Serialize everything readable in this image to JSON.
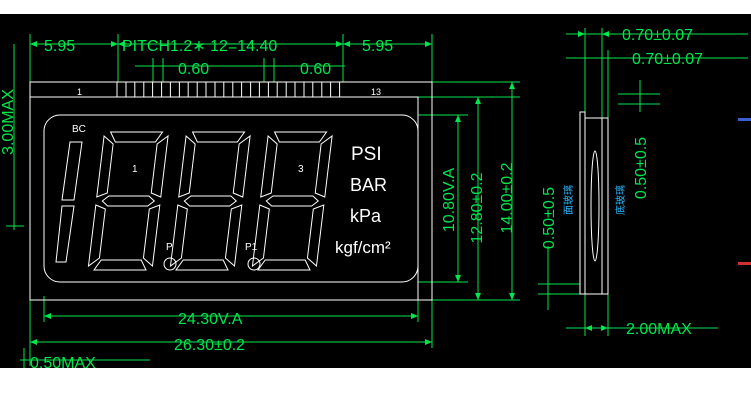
{
  "dimensions": {
    "top_left": "5.95",
    "pitch": "PITCH1.2∗ 12=14.40",
    "top_right": "5.95",
    "pin_gap_left": "0.60",
    "pin_gap_right": "0.60",
    "va_width": "24.30V.A",
    "total_width": "26.30±0.2",
    "bottom_max": "0.50MAX",
    "left_height": "3.00MAX",
    "va_height": "10.80V.A",
    "glass_height_inner": "12.80±0.2",
    "glass_height_outer": "14.00±0.2",
    "side_offset_left": "0.50±0.5",
    "side_offset_right": "0.50±0.5",
    "side_top_1": "0.70±0.07",
    "side_top_2": "0.70±0.07",
    "side_bottom": "2.00MAX"
  },
  "pins": {
    "first": "1",
    "last": "13"
  },
  "lcd": {
    "bc_label": "BC",
    "digit_1_label": "1",
    "digit_3_label": "3",
    "dp_label_p": "P",
    "dp_label_p1": "P1",
    "units": [
      "PSI",
      "BAR",
      "kPa",
      "kgf/cm²"
    ]
  },
  "side_view": {
    "front_glass": "面玻璃",
    "back_glass": "底玻璃"
  }
}
